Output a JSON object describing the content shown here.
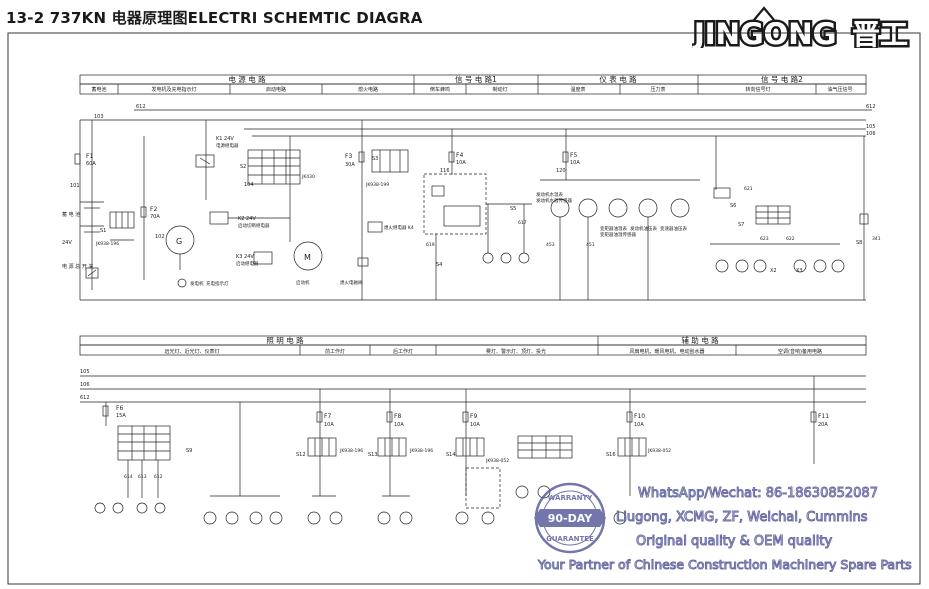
{
  "title": "13-2  737KN 电器原理图ELECTRI SCHEMTIC DIAGRA",
  "logo": {
    "text": "JINGONG",
    "cn": "晋工",
    "color": "#1a1a1a"
  },
  "upper": {
    "groups": [
      {
        "label": "电 源 电 路"
      },
      {
        "label": "信 号 电 路1"
      },
      {
        "label": "仪 表 电 路"
      },
      {
        "label": "信 号 电 路2"
      }
    ],
    "subs": [
      "蓄电池",
      "发电机及充电指示灯",
      "启动电路",
      "熄火电路",
      "倒车蜂鸣",
      "制动灯",
      "温度表",
      "压力表",
      "转向信号灯",
      "油气压信号"
    ],
    "wires": {
      "w612": "612",
      "w105": "105",
      "w106": "106",
      "w103": "103",
      "w104": "104",
      "w101": "101",
      "w102": "102",
      "w116": "116",
      "w120": "120"
    },
    "fuses": [
      {
        "name": "F1",
        "rating": "60A"
      },
      {
        "name": "F2",
        "rating": "70A"
      },
      {
        "name": "F3",
        "rating": "30A"
      },
      {
        "name": "F4",
        "rating": "10A"
      },
      {
        "name": "F5",
        "rating": "10A"
      }
    ],
    "labels": {
      "battery": "蓄 电 池",
      "v24": "24V",
      "master": "电 源 总 开 关",
      "s1": "S1",
      "s2": "S2",
      "s3": "S3",
      "s4": "S4",
      "s5": "S5",
      "s6": "S6",
      "s7": "S7",
      "s8": "S8",
      "k1": "K1 24V",
      "k1_name": "电源继电器",
      "k2": "K2 24V",
      "k2_name": "启动切断继电器",
      "k3": "K3 24V",
      "k3_name": "启动继电器",
      "k4": "熄火继电器 K4",
      "sw_code1": "JK938-196",
      "sw_code2": "JK938-199",
      "sw_code3": "JK430",
      "motor": "启动机",
      "gen": "发电机",
      "charge_lamp": "充电指示灯",
      "stop_solenoid": "熄火电磁阀",
      "n617": "617",
      "n619": "619",
      "n621": "621",
      "n623": "623",
      "n622": "622",
      "n453": "453",
      "n451": "451",
      "n341": "341",
      "x2": "X2",
      "x3": "X3",
      "m": "M",
      "g": "G"
    },
    "gauges": [
      "发动机水温表",
      "发动机水温传感器",
      "变矩器油温表",
      "变矩器油温传感器",
      "发动机油压表",
      "变速器油压表"
    ]
  },
  "lower": {
    "groups": [
      {
        "label": "照 明 电 路"
      },
      {
        "label": "辅 助 电 路"
      }
    ],
    "subs": [
      "远光灯、近光灯、仪表灯",
      "前工作灯",
      "后工作灯",
      "雾灯、警示灯、顶灯、投光",
      "风扇电机、暖风电机、电动刮水器",
      "空调(音响)备用电路"
    ],
    "wires": {
      "w105": "105",
      "w106": "106",
      "w612": "612"
    },
    "fuses": [
      {
        "name": "F6",
        "rating": "15A"
      },
      {
        "name": "F7",
        "rating": "10A"
      },
      {
        "name": "F8",
        "rating": "10A"
      },
      {
        "name": "F9",
        "rating": "10A"
      },
      {
        "name": "F10",
        "rating": "10A"
      },
      {
        "name": "F11",
        "rating": "20A"
      }
    ],
    "switches": [
      {
        "name": "S9"
      },
      {
        "name": "S12",
        "code": "JK938-196"
      },
      {
        "name": "S13",
        "code": "JK938-196"
      },
      {
        "name": "S14",
        "code": "JK938-052"
      },
      {
        "name": "S16",
        "code": "JK938-052"
      }
    ],
    "nodes": [
      "614",
      "613",
      "612"
    ]
  },
  "watermark": {
    "line1": "WhatsApp/Wechat: 86-18630852087",
    "line2": "Liugong, XCMG, ZF, Weichai, Cummins",
    "line3": "Original quality & OEM quality",
    "line4": "Your Partner of Chinese Construction Machinery Spare Parts",
    "stamp_top": "WARRANTY",
    "stamp_mid": "90-DAY",
    "stamp_bottom": "GUARANTEE",
    "color": "#5a5f9c"
  }
}
